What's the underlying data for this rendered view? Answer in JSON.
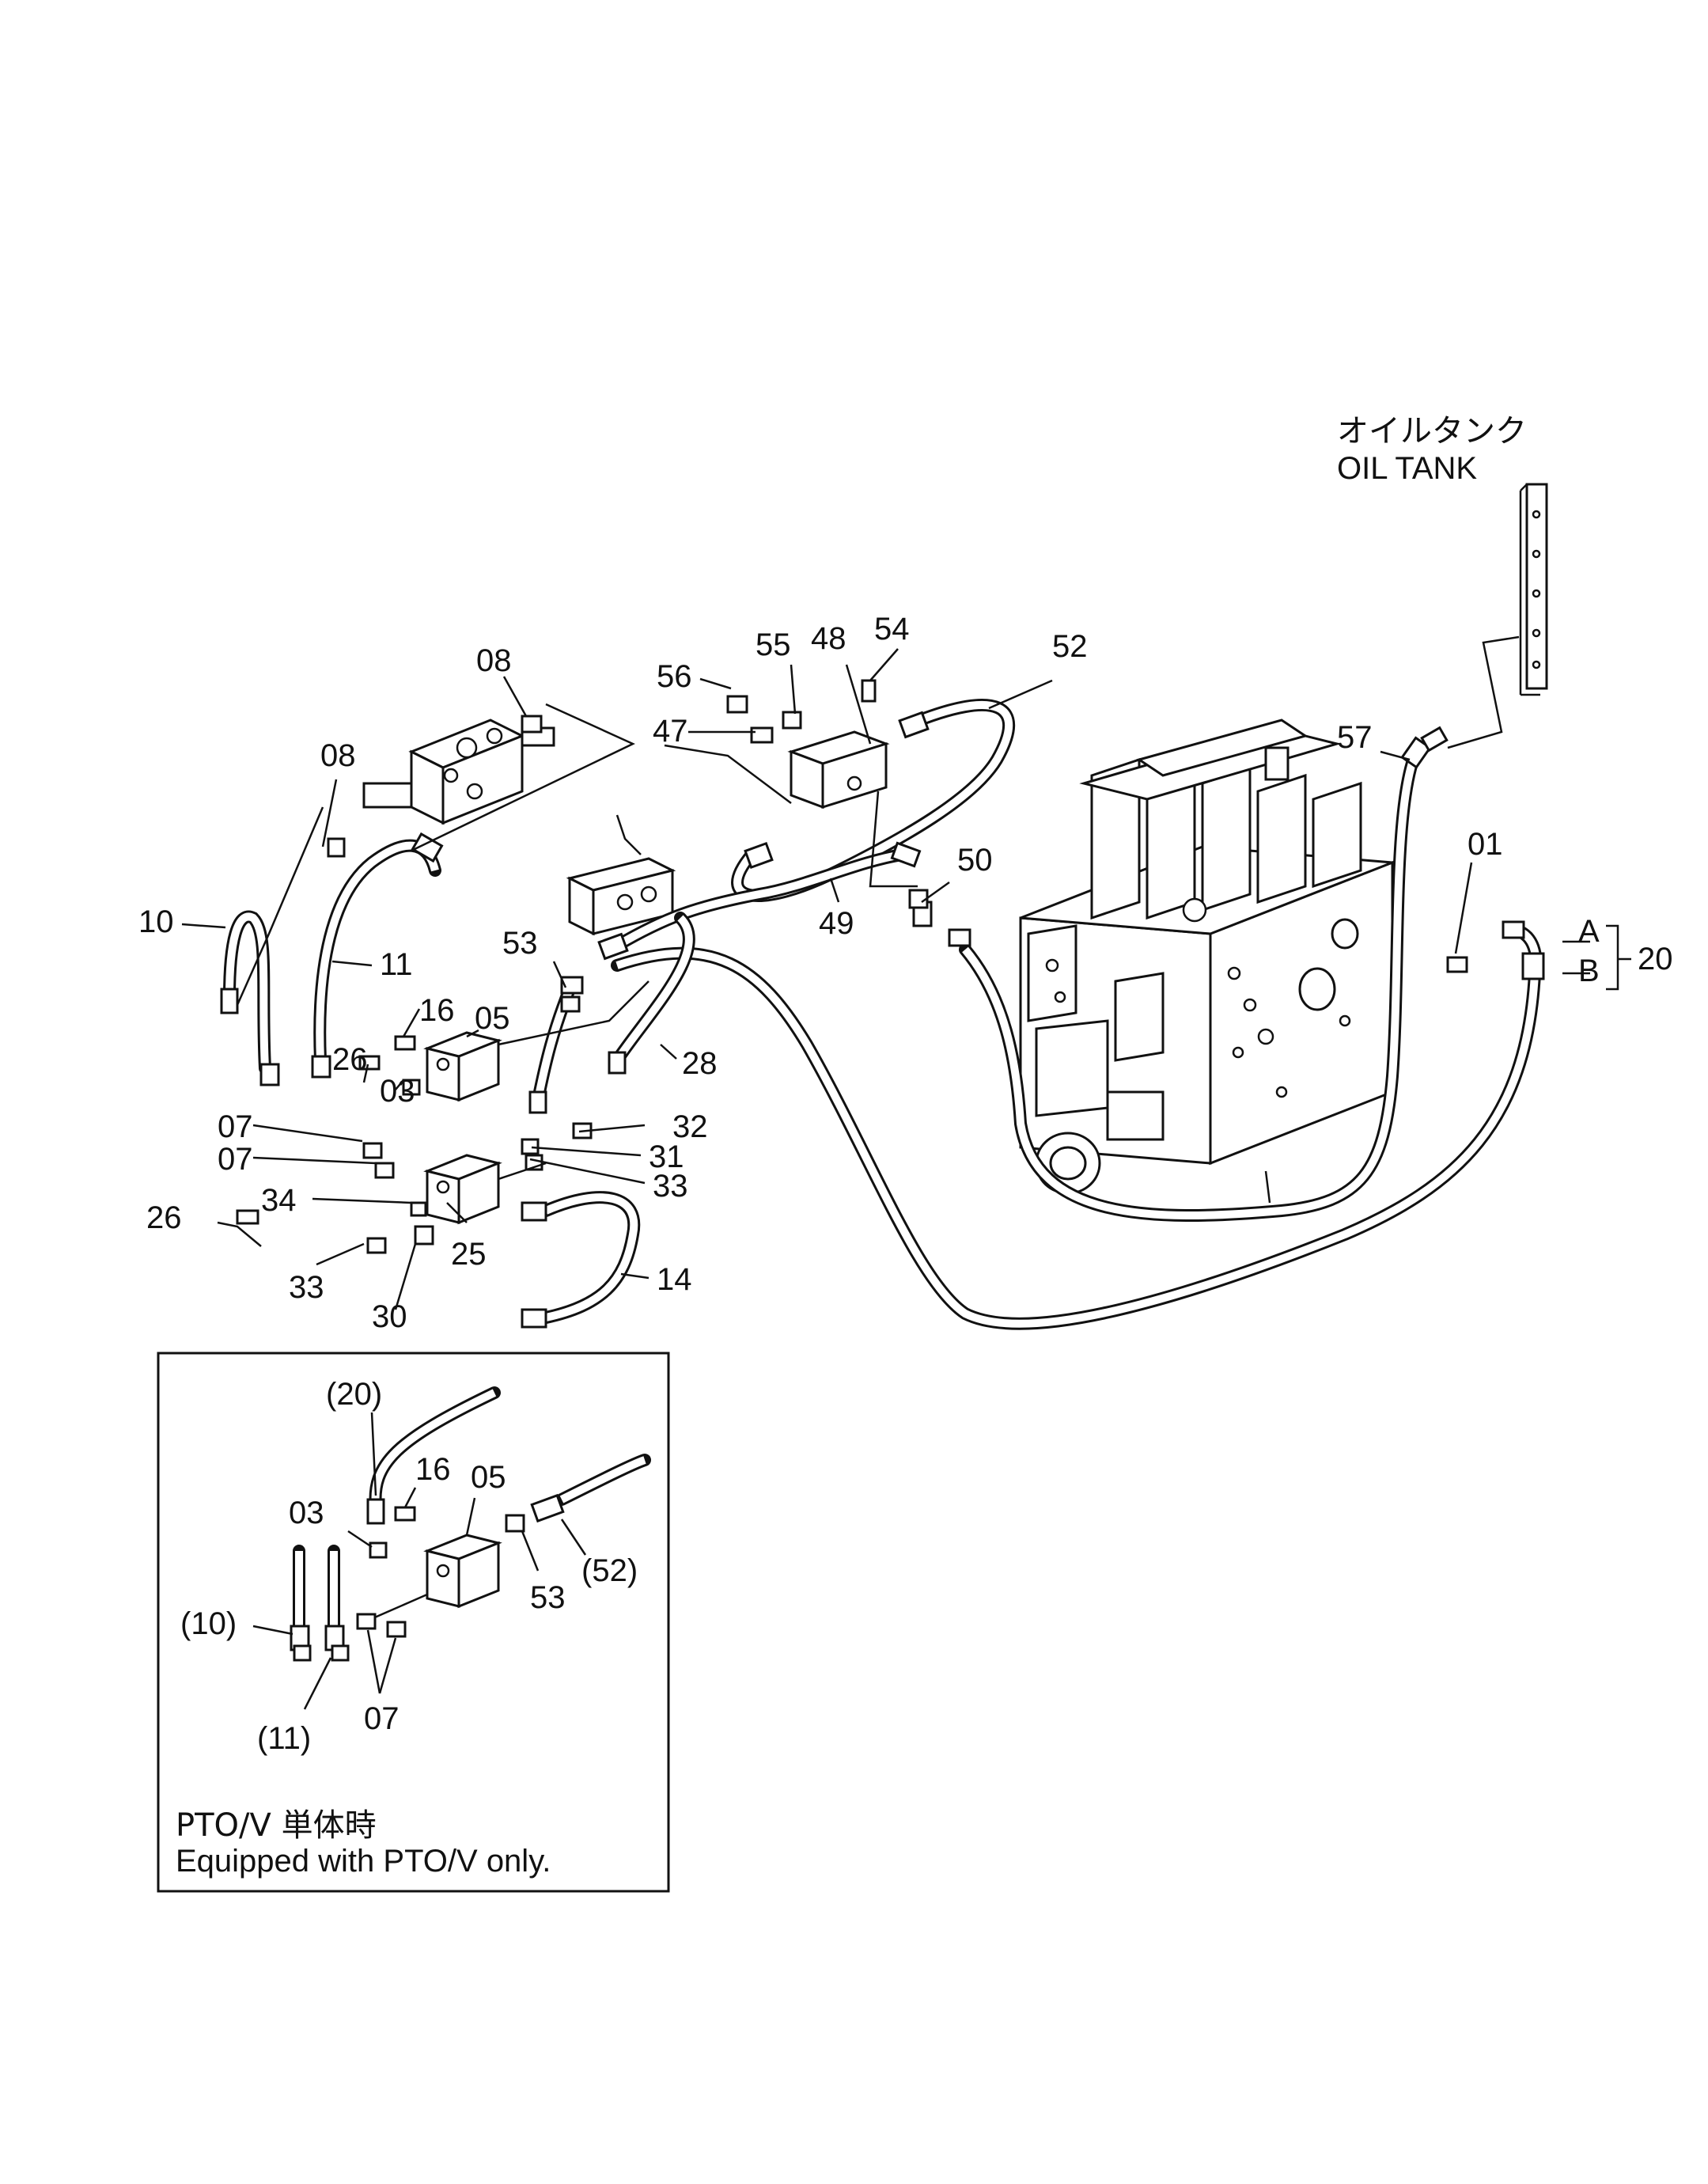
{
  "oil_tank": {
    "label_jp": "オイルタンク",
    "label_en": "OIL TANK"
  },
  "inset": {
    "caption_jp": "PTO/V 単体時",
    "caption_en": "Equipped with PTO/V only."
  },
  "main_callouts": [
    {
      "id": "c-08a",
      "text": "08"
    },
    {
      "id": "c-08b",
      "text": "08"
    },
    {
      "id": "c-10",
      "text": "10"
    },
    {
      "id": "c-11",
      "text": "11"
    },
    {
      "id": "c-16",
      "text": "16"
    },
    {
      "id": "c-05",
      "text": "05"
    },
    {
      "id": "c-26a",
      "text": "26"
    },
    {
      "id": "c-03",
      "text": "03"
    },
    {
      "id": "c-07a",
      "text": "07"
    },
    {
      "id": "c-07b",
      "text": "07"
    },
    {
      "id": "c-34",
      "text": "34"
    },
    {
      "id": "c-26b",
      "text": "26"
    },
    {
      "id": "c-25",
      "text": "25"
    },
    {
      "id": "c-33a",
      "text": "33"
    },
    {
      "id": "c-30",
      "text": "30"
    },
    {
      "id": "c-14",
      "text": "14"
    },
    {
      "id": "c-53",
      "text": "53"
    },
    {
      "id": "c-28",
      "text": "28"
    },
    {
      "id": "c-32",
      "text": "32"
    },
    {
      "id": "c-31",
      "text": "31"
    },
    {
      "id": "c-33b",
      "text": "33"
    },
    {
      "id": "c-56",
      "text": "56"
    },
    {
      "id": "c-55",
      "text": "55"
    },
    {
      "id": "c-48",
      "text": "48"
    },
    {
      "id": "c-54",
      "text": "54"
    },
    {
      "id": "c-47",
      "text": "47"
    },
    {
      "id": "c-52",
      "text": "52"
    },
    {
      "id": "c-49",
      "text": "49"
    },
    {
      "id": "c-50",
      "text": "50"
    },
    {
      "id": "c-57",
      "text": "57"
    },
    {
      "id": "c-01",
      "text": "01"
    },
    {
      "id": "c-A",
      "text": "A"
    },
    {
      "id": "c-B",
      "text": "B"
    },
    {
      "id": "c-20",
      "text": "20"
    }
  ],
  "inset_callouts": [
    {
      "id": "i-20",
      "text": "(20)"
    },
    {
      "id": "i-16",
      "text": "16"
    },
    {
      "id": "i-05",
      "text": "05"
    },
    {
      "id": "i-03",
      "text": "03"
    },
    {
      "id": "i-53",
      "text": "53"
    },
    {
      "id": "i-52",
      "text": "(52)"
    },
    {
      "id": "i-10",
      "text": "(10)"
    },
    {
      "id": "i-11",
      "text": "(11)"
    },
    {
      "id": "i-07",
      "text": "07"
    }
  ]
}
